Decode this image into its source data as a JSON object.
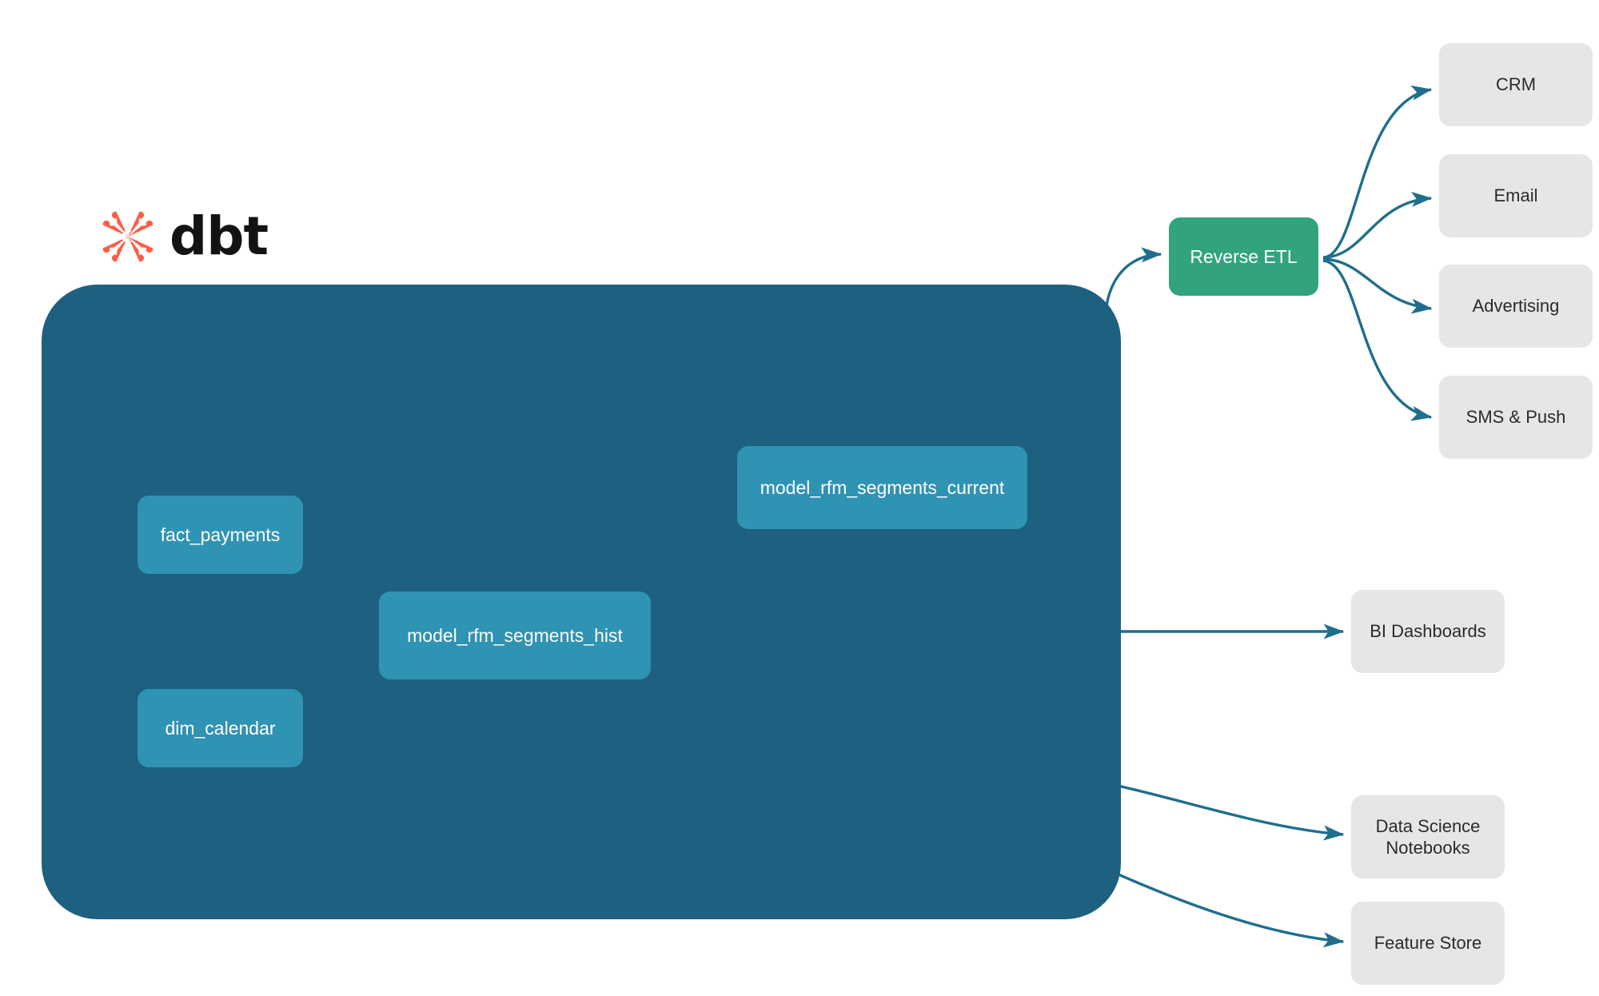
{
  "brand": {
    "logo_icon": "dbt-logo-icon",
    "wordmark": "dbt",
    "logo_color": "#fb5d48"
  },
  "colors": {
    "container_bg": "#1d6080",
    "model_node": "#2f93b3",
    "reverse_etl_node": "#31a47e",
    "destination_node": "#e6e6e6",
    "external_edge": "#1f6e8c",
    "internal_edge": "#3f90a9",
    "page_bg": "#ffffff"
  },
  "project": {
    "container_name": "dbt-project-container",
    "models": [
      {
        "id": "fact_payments",
        "label": "fact_payments"
      },
      {
        "id": "dim_calendar",
        "label": "dim_calendar"
      },
      {
        "id": "model_rfm_segments_hist",
        "label": "model_rfm_segments_hist"
      },
      {
        "id": "model_rfm_segments_current",
        "label": "model_rfm_segments_current"
      }
    ]
  },
  "activation": {
    "reverse_etl": {
      "label": "Reverse ETL"
    },
    "channels": [
      {
        "id": "crm",
        "label": "CRM"
      },
      {
        "id": "email",
        "label": "Email"
      },
      {
        "id": "advertising",
        "label": "Advertising"
      },
      {
        "id": "sms_push",
        "label": "SMS & Push"
      }
    ]
  },
  "consumers": [
    {
      "id": "bi_dashboards",
      "line1": "BI Dashboards",
      "line2": ""
    },
    {
      "id": "ds_notebooks",
      "line1": "Data Science",
      "line2": "Notebooks"
    },
    {
      "id": "feature_store",
      "line1": "Feature Store",
      "line2": ""
    }
  ],
  "chart_data": {
    "type": "diagram",
    "title": "dbt RFM segmentation lineage and activation flow",
    "nodes": [
      {
        "id": "fact_payments",
        "label": "fact_payments",
        "group": "dbt_project",
        "fill": "#2f93b3"
      },
      {
        "id": "dim_calendar",
        "label": "dim_calendar",
        "group": "dbt_project",
        "fill": "#2f93b3"
      },
      {
        "id": "model_rfm_segments_hist",
        "label": "model_rfm_segments_hist",
        "group": "dbt_project",
        "fill": "#2f93b3"
      },
      {
        "id": "model_rfm_segments_current",
        "label": "model_rfm_segments_current",
        "group": "dbt_project",
        "fill": "#2f93b3"
      },
      {
        "id": "reverse_etl",
        "label": "Reverse ETL",
        "group": "activation",
        "fill": "#31a47e"
      },
      {
        "id": "crm",
        "label": "CRM",
        "group": "channel",
        "fill": "#e6e6e6"
      },
      {
        "id": "email",
        "label": "Email",
        "group": "channel",
        "fill": "#e6e6e6"
      },
      {
        "id": "advertising",
        "label": "Advertising",
        "group": "channel",
        "fill": "#e6e6e6"
      },
      {
        "id": "sms_push",
        "label": "SMS & Push",
        "group": "channel",
        "fill": "#e6e6e6"
      },
      {
        "id": "bi_dashboards",
        "label": "BI Dashboards",
        "group": "consumer",
        "fill": "#e6e6e6"
      },
      {
        "id": "ds_notebooks",
        "label": "Data Science Notebooks",
        "group": "consumer",
        "fill": "#e6e6e6"
      },
      {
        "id": "feature_store",
        "label": "Feature Store",
        "group": "consumer",
        "fill": "#e6e6e6"
      }
    ],
    "edges": [
      {
        "from": "fact_payments",
        "to": "model_rfm_segments_hist",
        "style": "curved"
      },
      {
        "from": "dim_calendar",
        "to": "model_rfm_segments_hist",
        "style": "curved"
      },
      {
        "from": "model_rfm_segments_hist",
        "to": "model_rfm_segments_current",
        "style": "curved"
      },
      {
        "from": "model_rfm_segments_current",
        "to": "reverse_etl",
        "style": "curved"
      },
      {
        "from": "model_rfm_segments_hist",
        "to": "bi_dashboards",
        "style": "straight"
      },
      {
        "from": "model_rfm_segments_hist",
        "to": "ds_notebooks",
        "style": "curved"
      },
      {
        "from": "model_rfm_segments_hist",
        "to": "feature_store",
        "style": "curved"
      },
      {
        "from": "reverse_etl",
        "to": "crm",
        "style": "curved"
      },
      {
        "from": "reverse_etl",
        "to": "email",
        "style": "curved"
      },
      {
        "from": "reverse_etl",
        "to": "advertising",
        "style": "curved"
      },
      {
        "from": "reverse_etl",
        "to": "sms_push",
        "style": "curved"
      }
    ]
  }
}
